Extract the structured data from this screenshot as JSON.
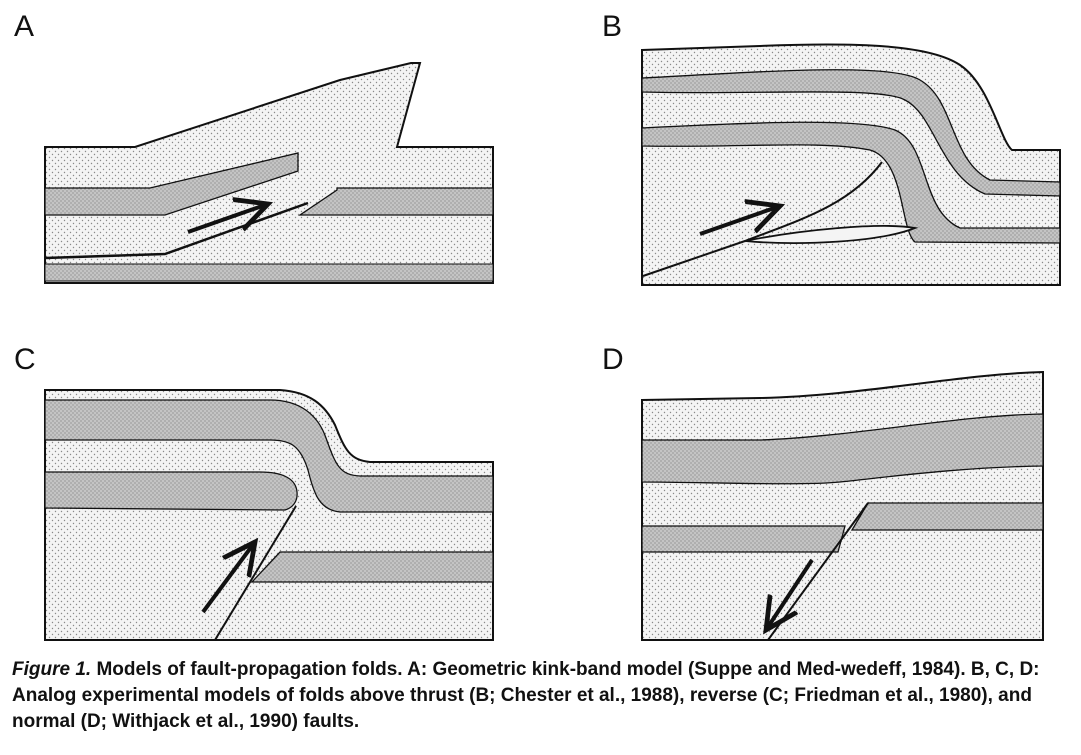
{
  "figure": {
    "panels": [
      {
        "id": "A",
        "label": "A"
      },
      {
        "id": "B",
        "label": "B"
      },
      {
        "id": "C",
        "label": "C"
      },
      {
        "id": "D",
        "label": "D"
      }
    ],
    "colors": {
      "light_layer": "#f4f4f4",
      "dark_layer": "#c4c4c4",
      "line": "#111111",
      "stipple": "#8a8a8a"
    }
  },
  "caption": {
    "lead": "Figure 1.",
    "text": " Models of fault-propagation folds. A: Geometric kink-band model (Suppe and Med-wedeff, 1984). B, C, D: Analog experimental models of folds above thrust (B; Chester et al., 1988), reverse (C; Friedman et al., 1980), and normal (D; Withjack et al., 1990) faults."
  }
}
